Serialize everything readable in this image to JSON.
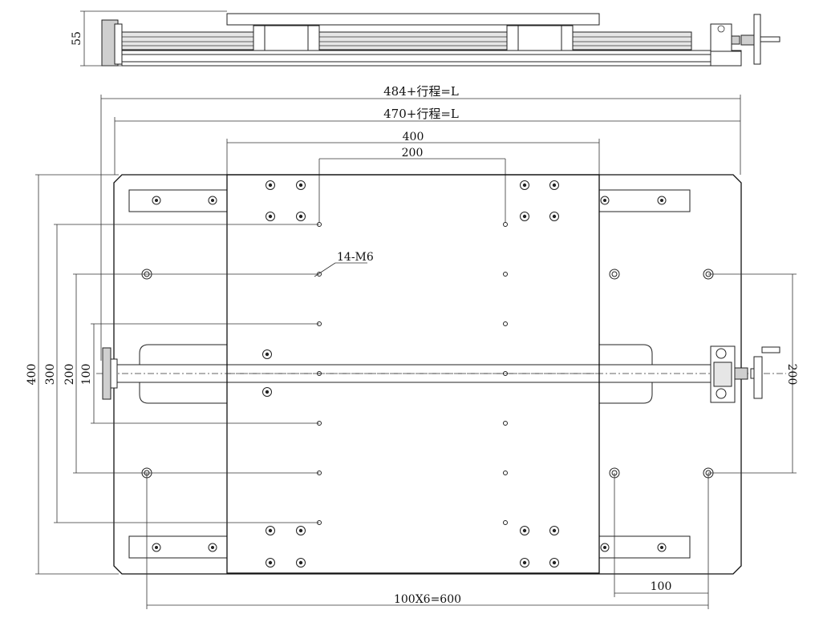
{
  "dimensions": {
    "side_height": "55",
    "total_length": "484+行程=L",
    "base_length": "470+行程=L",
    "table_width": "400",
    "hole_spacing_x": "200",
    "thread_holes": "14-M6",
    "height_400": "400",
    "height_300": "300",
    "height_200_left": "200",
    "height_100": "100",
    "height_200_right": "200",
    "pitch_100": "100",
    "hole_row": "100X6=600"
  }
}
